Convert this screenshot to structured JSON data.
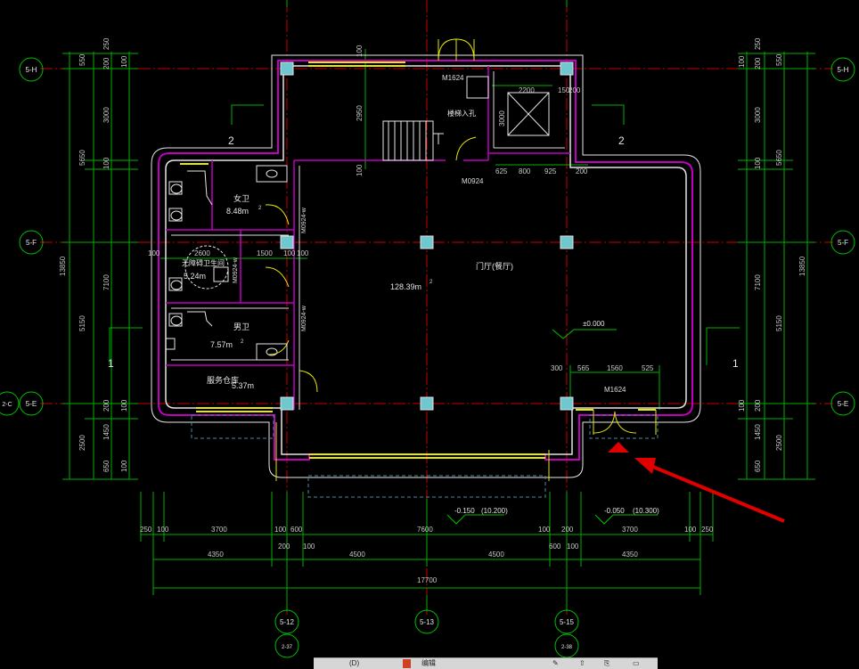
{
  "axes": {
    "left_h": "5-H",
    "left_f": "5-F",
    "left_e": "5-E",
    "left_2c": "2-C",
    "right_h": "5-H",
    "right_f": "5-F",
    "right_e": "5-E",
    "bottom_12": "5-12",
    "bottom_13": "5-13",
    "bottom_15": "5-15",
    "sub_237": "2-37",
    "sub_238": "2-38"
  },
  "rooms": {
    "female_wc": "女卫",
    "female_area": "8.48m",
    "accessible_wc": "无障碍卫生间",
    "accessible_area": "5.24m",
    "male_wc": "男卫",
    "male_area": "7.57m",
    "storage": "服务仓库",
    "storage_area": "5.37m",
    "hall": "门厅(餐厅)",
    "hall_area": "128.39m",
    "sq": "2",
    "stair_label": "楼梯入孔",
    "elevation_main": "±0.000",
    "elevation_a": "-0.150",
    "elevation_a_note": "(10.200)",
    "elevation_b": "-0.050",
    "elevation_b_note": "(10.300)",
    "zone_2": "2",
    "zone_1": "1"
  },
  "doors": {
    "m1624_top": "M1624",
    "m0924": "M0924",
    "m1624_right": "M1624",
    "m0924a": "M0924-w",
    "m0924b": "M0924-w",
    "m0924c": "M0924-w"
  },
  "dims_left": {
    "top_a": "250",
    "top_b": "550",
    "top_c": "200",
    "top_d": "100",
    "mid_3000": "3000",
    "mid_5650": "5650",
    "mid_100": "100",
    "mid_7100": "7100",
    "mid_5150": "5150",
    "total": "13850",
    "low_200": "200",
    "low_100": "100",
    "low_1450": "1450",
    "low_2500": "2500",
    "low_650": "650",
    "low_100b": "100"
  },
  "dims_right": {
    "top_a": "250",
    "top_b": "550",
    "top_c": "200",
    "top_d": "100",
    "mid_3000": "3000",
    "mid_5650": "5650",
    "mid_100": "100",
    "mid_7100": "7100",
    "mid_5150": "5150",
    "total": "13850",
    "low_200": "200",
    "low_100": "100",
    "low_1450": "1450",
    "low_2500": "2500",
    "low_650": "650"
  },
  "dims_bottom": {
    "r1_250a": "250",
    "r1_100a": "100",
    "r1_3700a": "3700",
    "r1_100b": "100",
    "r1_600a": "600",
    "r1_7600": "7600",
    "r1_100c": "100",
    "r1_200": "200",
    "r1_3700b": "3700",
    "r1_100d": "100",
    "r1_250b": "250",
    "r2_4350a": "4350",
    "r2_200": "200",
    "r2_100": "100",
    "r2_4500a": "4500",
    "r2_4500b": "4500",
    "r2_600": "600",
    "r2_100b": "100",
    "r2_4350b": "4350",
    "total": "17700"
  },
  "dims_inner": {
    "d100": "100",
    "d2950": "2950",
    "d100b": "100",
    "e2200": "2200",
    "e150": "150",
    "e200": "200",
    "e3000": "3000",
    "e625": "625",
    "e800": "800",
    "e925": "925",
    "e200b": "200",
    "w100a": "100",
    "w2600": "2600",
    "w1500": "1500",
    "w100b": "100",
    "w100c": "100",
    "b300": "300",
    "b565": "565",
    "b1560": "1560",
    "b525": "525"
  },
  "taskbar": {
    "item1": "(D)",
    "item2": "编辑"
  },
  "colors": {
    "magenta": "#c000c0",
    "grid_red": "#d00000",
    "green": "#00c000",
    "yellow": "#e8e800",
    "white": "#e0e0e0",
    "column": "#6fc7cf",
    "arrow": "#e00000"
  }
}
